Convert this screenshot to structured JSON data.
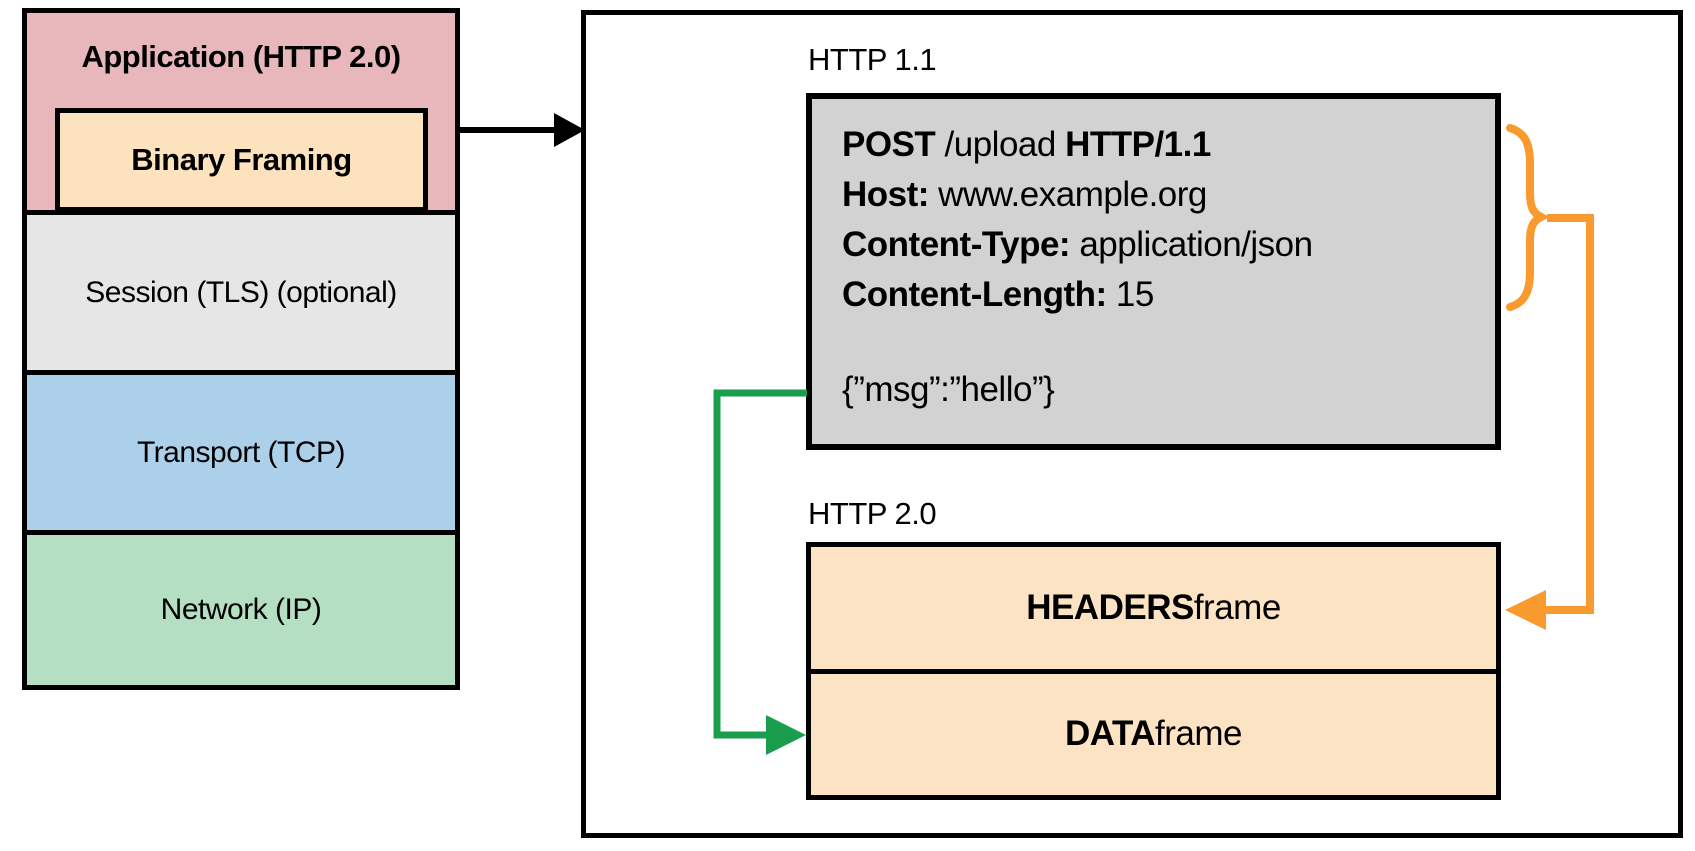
{
  "colors": {
    "app_pink": "#e8b7bc",
    "binary_tan": "#fce2bd",
    "session_gray": "#e6e6e6",
    "transport_blue": "#acd0e9",
    "network_green": "#b4dfc3",
    "request_gray": "#d2d2d2",
    "frame_peach": "#fce3c3",
    "arrow_orange": "#f89a2d",
    "arrow_green": "#1a9e4e",
    "arrow_black": "#000000"
  },
  "stack": {
    "application_label": "Application (HTTP 2.0)",
    "binary_framing_label": "Binary Framing",
    "session_label": "Session (TLS) (optional)",
    "transport_label": "Transport (TCP)",
    "network_label": "Network (IP)"
  },
  "panel": {
    "http11_label": "HTTP 1.1",
    "http20_label": "HTTP 2.0",
    "request": {
      "method_bold": "POST",
      "path_regular": " /upload ",
      "version_bold": "HTTP/1.1",
      "host_key": "Host:",
      "host_value": " www.example.org",
      "content_type_key": "Content-Type:",
      "content_type_value": " application/json",
      "content_length_key": "Content-Length:",
      "content_length_value": " 15",
      "body": "{”msg”:”hello”}"
    },
    "frames": {
      "headers_bold": "HEADERS",
      "headers_regular": " frame",
      "data_bold": "DATA",
      "data_regular": " frame"
    }
  }
}
